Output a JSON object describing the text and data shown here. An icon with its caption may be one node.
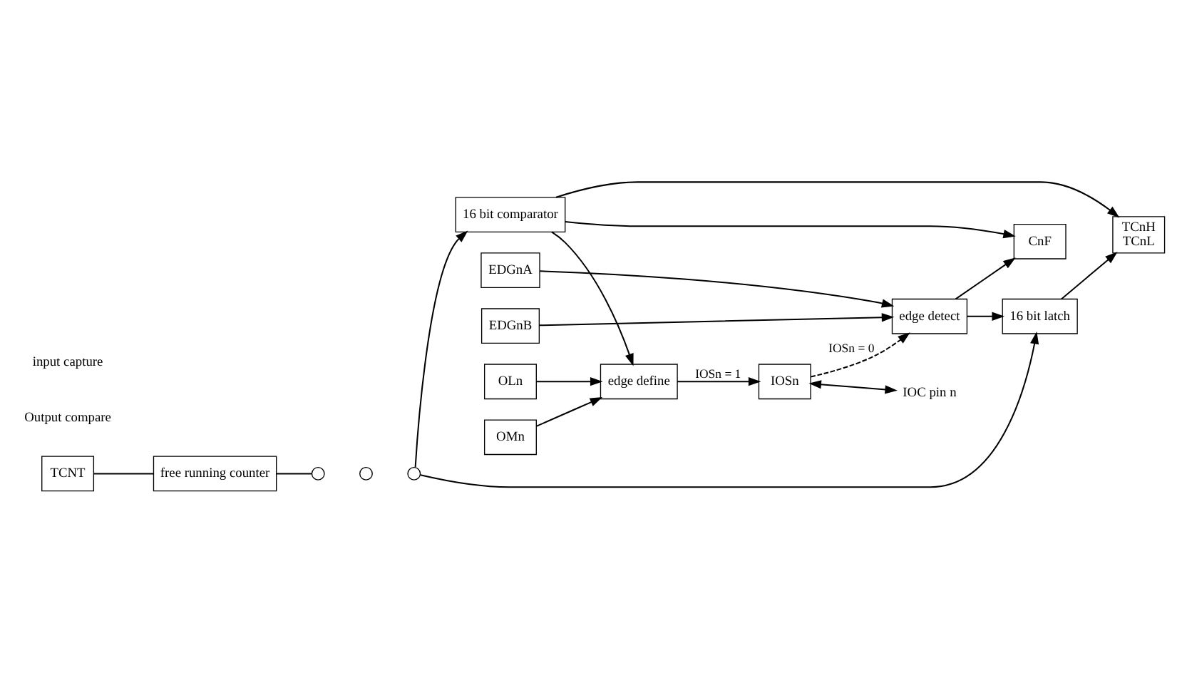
{
  "diagram": {
    "nodes": [
      {
        "text": [
          "TCNT"
        ]
      },
      {
        "text": [
          "free running counter"
        ]
      },
      {
        "text": [],
        "shape": "circle"
      },
      {
        "text": [],
        "shape": "circle"
      },
      {
        "text": [],
        "shape": "circle"
      },
      {
        "text": [
          "16 bit comparator"
        ]
      },
      {
        "text": [
          "TCnH",
          "TCnL"
        ]
      },
      {
        "text": [
          "16 bit latch"
        ]
      },
      {
        "text": [
          "OMn"
        ]
      },
      {
        "text": [
          "OLn"
        ]
      },
      {
        "text": [
          "edge define"
        ]
      },
      {
        "text": [
          "CnF"
        ]
      },
      {
        "text": [
          "edge detect"
        ]
      },
      {
        "text": [
          "EDGnA"
        ]
      },
      {
        "text": [
          "EDGnB"
        ]
      },
      {
        "text": [
          "IOSn"
        ]
      },
      {
        "text": [
          "IOC pin n"
        ]
      }
    ],
    "edges": [
      {
        "from": 0,
        "to": 1,
        "arrow": "none"
      },
      {
        "from": 1,
        "to": 2,
        "arrow": "none"
      },
      {
        "from": 4,
        "to": 5,
        "arrow": "to"
      },
      {
        "from": 4,
        "to": 7,
        "arrow": "to"
      },
      {
        "from": 5,
        "to": 6,
        "arrow": "to"
      },
      {
        "from": 7,
        "to": 6,
        "arrow": "to"
      },
      {
        "from": 8,
        "to": 10,
        "arrow": "to"
      },
      {
        "from": 9,
        "to": 10,
        "arrow": "to"
      },
      {
        "from": 5,
        "to": 10,
        "arrow": "to"
      },
      {
        "from": 5,
        "to": 11,
        "arrow": "to"
      },
      {
        "from": 12,
        "to": 11,
        "arrow": "to"
      },
      {
        "from": 12,
        "to": 7,
        "arrow": "to"
      },
      {
        "from": 13,
        "to": 12,
        "arrow": "to"
      },
      {
        "from": 14,
        "to": 12,
        "arrow": "to"
      },
      {
        "from": 10,
        "to": 15,
        "arrow": "to",
        "label": "IOSn = 1"
      },
      {
        "from": 15,
        "to": 12,
        "arrow": "to",
        "label": "IOSn = 0",
        "style": "dashed"
      },
      {
        "from": 15,
        "to": 16,
        "arrow": "both"
      }
    ],
    "labels": [
      "Output compare",
      "input capture"
    ]
  }
}
